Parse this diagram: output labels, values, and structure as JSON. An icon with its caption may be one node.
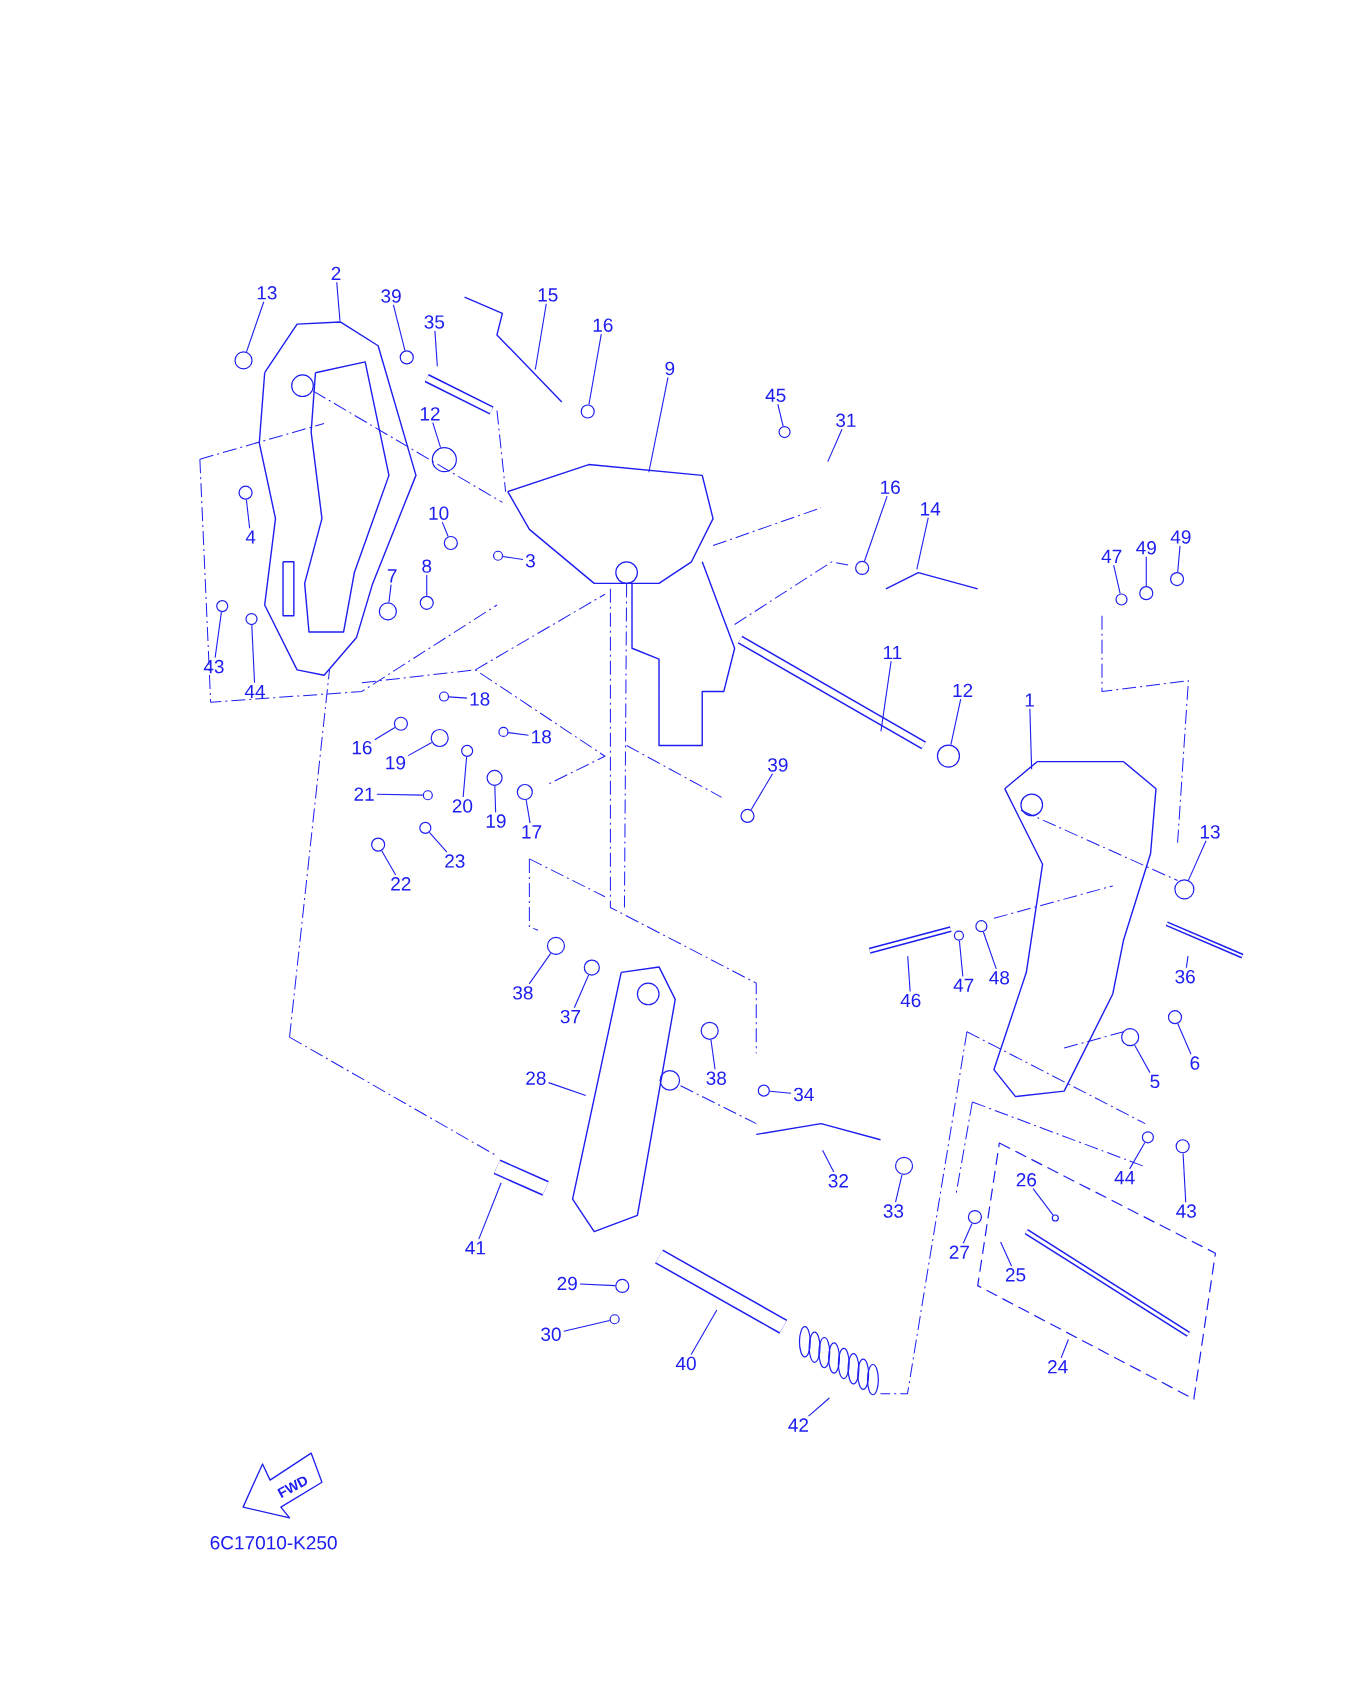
{
  "diagram": {
    "nodes": [
      {
        "text": [
          "13"
        ]
      },
      {
        "text": [
          "2"
        ]
      },
      {
        "text": [
          "39"
        ]
      },
      {
        "text": [
          "35"
        ]
      },
      {
        "text": [
          "15"
        ]
      },
      {
        "text": [
          "16"
        ]
      },
      {
        "text": [
          "9"
        ]
      },
      {
        "text": [
          "45"
        ]
      },
      {
        "text": [
          "31"
        ]
      },
      {
        "text": [
          "12"
        ]
      },
      {
        "text": [
          "16"
        ]
      },
      {
        "text": [
          "14"
        ]
      },
      {
        "text": [
          "47"
        ]
      },
      {
        "text": [
          "49"
        ]
      },
      {
        "text": [
          "49"
        ]
      },
      {
        "text": [
          "4"
        ]
      },
      {
        "text": [
          "10"
        ]
      },
      {
        "text": [
          "3"
        ]
      },
      {
        "text": [
          "8"
        ]
      },
      {
        "text": [
          "7"
        ]
      },
      {
        "text": [
          "43"
        ]
      },
      {
        "text": [
          "44"
        ]
      },
      {
        "text": [
          "11"
        ]
      },
      {
        "text": [
          "12"
        ]
      },
      {
        "text": [
          "1"
        ]
      },
      {
        "text": [
          "18"
        ]
      },
      {
        "text": [
          "18"
        ]
      },
      {
        "text": [
          "16"
        ]
      },
      {
        "text": [
          "19"
        ]
      },
      {
        "text": [
          "39"
        ]
      },
      {
        "text": [
          "21"
        ]
      },
      {
        "text": [
          "20"
        ]
      },
      {
        "text": [
          "19"
        ]
      },
      {
        "text": [
          "17"
        ]
      },
      {
        "text": [
          "13"
        ]
      },
      {
        "text": [
          "23"
        ]
      },
      {
        "text": [
          "22"
        ]
      },
      {
        "text": [
          "46"
        ]
      },
      {
        "text": [
          "47"
        ]
      },
      {
        "text": [
          "48"
        ]
      },
      {
        "text": [
          "36"
        ]
      },
      {
        "text": [
          "38"
        ]
      },
      {
        "text": [
          "37"
        ]
      },
      {
        "text": [
          "28"
        ]
      },
      {
        "text": [
          "38"
        ]
      },
      {
        "text": [
          "34"
        ]
      },
      {
        "text": [
          "5"
        ]
      },
      {
        "text": [
          "6"
        ]
      },
      {
        "text": [
          "32"
        ]
      },
      {
        "text": [
          "33"
        ]
      },
      {
        "text": [
          "44"
        ]
      },
      {
        "text": [
          "43"
        ]
      },
      {
        "text": [
          "26"
        ]
      },
      {
        "text": [
          "41"
        ]
      },
      {
        "text": [
          "27"
        ]
      },
      {
        "text": [
          "25"
        ]
      },
      {
        "text": [
          "29"
        ]
      },
      {
        "text": [
          "30"
        ]
      },
      {
        "text": [
          "40"
        ]
      },
      {
        "text": [
          "24"
        ]
      },
      {
        "text": [
          "42"
        ]
      },
      {
        "text": [],
        "shape": "circle"
      },
      {
        "text": [],
        "shape": "circle"
      },
      {
        "text": [],
        "shape": "circle"
      },
      {
        "text": [],
        "shape": "circle"
      },
      {
        "text": [],
        "shape": "circle"
      },
      {
        "text": [],
        "shape": "circle"
      },
      {
        "text": [],
        "shape": "circle"
      },
      {
        "text": [],
        "shape": "circle"
      },
      {
        "text": [],
        "shape": "circle"
      },
      {
        "text": [],
        "shape": "circle"
      },
      {
        "text": [],
        "shape": "circle"
      },
      {
        "text": [],
        "shape": "circle"
      },
      {
        "text": [],
        "shape": "circle"
      },
      {
        "text": [],
        "shape": "circle"
      },
      {
        "text": [],
        "shape": "circle"
      },
      {
        "text": [],
        "shape": "circle"
      },
      {
        "text": [],
        "shape": "circle"
      },
      {
        "text": [],
        "shape": "circle"
      },
      {
        "text": [],
        "shape": "circle"
      },
      {
        "text": [],
        "shape": "circle"
      },
      {
        "text": [],
        "shape": "circle"
      },
      {
        "text": [],
        "shape": "circle"
      },
      {
        "text": [],
        "shape": "circle"
      },
      {
        "text": [],
        "shape": "circle"
      },
      {
        "text": [],
        "shape": "circle"
      },
      {
        "text": [],
        "shape": "circle"
      },
      {
        "text": [],
        "shape": "circle"
      },
      {
        "text": [],
        "shape": "circle"
      },
      {
        "text": [],
        "shape": "circle"
      },
      {
        "text": [],
        "shape": "circle"
      },
      {
        "text": [],
        "shape": "circle"
      },
      {
        "text": [],
        "shape": "circle"
      },
      {
        "text": [],
        "shape": "circle"
      },
      {
        "text": [],
        "shape": "circle"
      },
      {
        "text": [],
        "shape": "circle"
      },
      {
        "text": [],
        "shape": "circle"
      },
      {
        "text": [],
        "shape": "circle"
      },
      {
        "text": [],
        "shape": "circle"
      },
      {
        "text": [],
        "shape": "circle"
      },
      {
        "text": [],
        "shape": "circle"
      },
      {
        "text": [],
        "shape": "circle"
      },
      {
        "text": [],
        "shape": "circle"
      },
      {
        "text": [],
        "shape": "circle"
      },
      {
        "text": [],
        "shape": "circle"
      }
    ],
    "edges": [
      {
        "from": 0,
        "to": 61,
        "arrow": "none"
      },
      {
        "from": 1,
        "to": null,
        "arrow": "none"
      },
      {
        "from": 2,
        "to": 62,
        "arrow": "none"
      },
      {
        "from": 3,
        "to": null,
        "arrow": "none"
      },
      {
        "from": 4,
        "to": null,
        "arrow": "none"
      },
      {
        "from": 5,
        "to": 63,
        "arrow": "none"
      },
      {
        "from": 6,
        "to": null,
        "arrow": "none"
      },
      {
        "from": 7,
        "to": 64,
        "arrow": "none"
      },
      {
        "from": 8,
        "to": null,
        "arrow": "none"
      },
      {
        "from": 9,
        "to": 65,
        "arrow": "none"
      },
      {
        "from": 10,
        "to": 66,
        "arrow": "none"
      },
      {
        "from": 11,
        "to": null,
        "arrow": "none"
      },
      {
        "from": 12,
        "to": 67,
        "arrow": "none"
      },
      {
        "from": 13,
        "to": 68,
        "arrow": "none"
      },
      {
        "from": 14,
        "to": 69,
        "arrow": "none"
      },
      {
        "from": 15,
        "to": 70,
        "arrow": "none"
      },
      {
        "from": 16,
        "to": 71,
        "arrow": "none"
      },
      {
        "from": 17,
        "to": 72,
        "arrow": "none"
      },
      {
        "from": 18,
        "to": 73,
        "arrow": "none"
      },
      {
        "from": 19,
        "to": 74,
        "arrow": "none"
      },
      {
        "from": 20,
        "to": 75,
        "arrow": "none"
      },
      {
        "from": 21,
        "to": 76,
        "arrow": "none"
      },
      {
        "from": 22,
        "to": null,
        "arrow": "none"
      },
      {
        "from": 23,
        "to": 77,
        "arrow": "none"
      },
      {
        "from": 24,
        "to": null,
        "arrow": "none"
      },
      {
        "from": 25,
        "to": 78,
        "arrow": "none"
      },
      {
        "from": 26,
        "to": 79,
        "arrow": "none"
      },
      {
        "from": 27,
        "to": 80,
        "arrow": "none"
      },
      {
        "from": 28,
        "to": 81,
        "arrow": "none"
      },
      {
        "from": 29,
        "to": 82,
        "arrow": "none"
      },
      {
        "from": 30,
        "to": 83,
        "arrow": "none"
      },
      {
        "from": 31,
        "to": 84,
        "arrow": "none"
      },
      {
        "from": 32,
        "to": 85,
        "arrow": "none"
      },
      {
        "from": 33,
        "to": 86,
        "arrow": "none"
      },
      {
        "from": 34,
        "to": 87,
        "arrow": "none"
      },
      {
        "from": 35,
        "to": 88,
        "arrow": "none"
      },
      {
        "from": 36,
        "to": 89,
        "arrow": "none"
      },
      {
        "from": 37,
        "to": null,
        "arrow": "none"
      },
      {
        "from": 38,
        "to": 90,
        "arrow": "none"
      },
      {
        "from": 39,
        "to": 91,
        "arrow": "none"
      },
      {
        "from": 40,
        "to": null,
        "arrow": "none"
      },
      {
        "from": 41,
        "to": 92,
        "arrow": "none"
      },
      {
        "from": 42,
        "to": 93,
        "arrow": "none"
      },
      {
        "from": 43,
        "to": null,
        "arrow": "none"
      },
      {
        "from": 44,
        "to": 94,
        "arrow": "none"
      },
      {
        "from": 45,
        "to": 95,
        "arrow": "none"
      },
      {
        "from": 46,
        "to": 96,
        "arrow": "none"
      },
      {
        "from": 47,
        "to": 97,
        "arrow": "none"
      },
      {
        "from": 48,
        "to": null,
        "arrow": "none"
      },
      {
        "from": 49,
        "to": 98,
        "arrow": "none"
      },
      {
        "from": 50,
        "to": 99,
        "arrow": "none"
      },
      {
        "from": 51,
        "to": 100,
        "arrow": "none"
      },
      {
        "from": 52,
        "to": 101,
        "arrow": "none"
      },
      {
        "from": 53,
        "to": null,
        "arrow": "none"
      },
      {
        "from": 54,
        "to": 102,
        "arrow": "none"
      },
      {
        "from": 55,
        "to": null,
        "arrow": "none"
      },
      {
        "from": 56,
        "to": 103,
        "arrow": "none"
      },
      {
        "from": 57,
        "to": 104,
        "arrow": "none"
      },
      {
        "from": 58,
        "to": null,
        "arrow": "none"
      },
      {
        "from": 59,
        "to": null,
        "arrow": "none"
      },
      {
        "from": 60,
        "to": null,
        "arrow": "none"
      }
    ],
    "labels": [
      "FWD",
      "6C17010-K250"
    ]
  }
}
